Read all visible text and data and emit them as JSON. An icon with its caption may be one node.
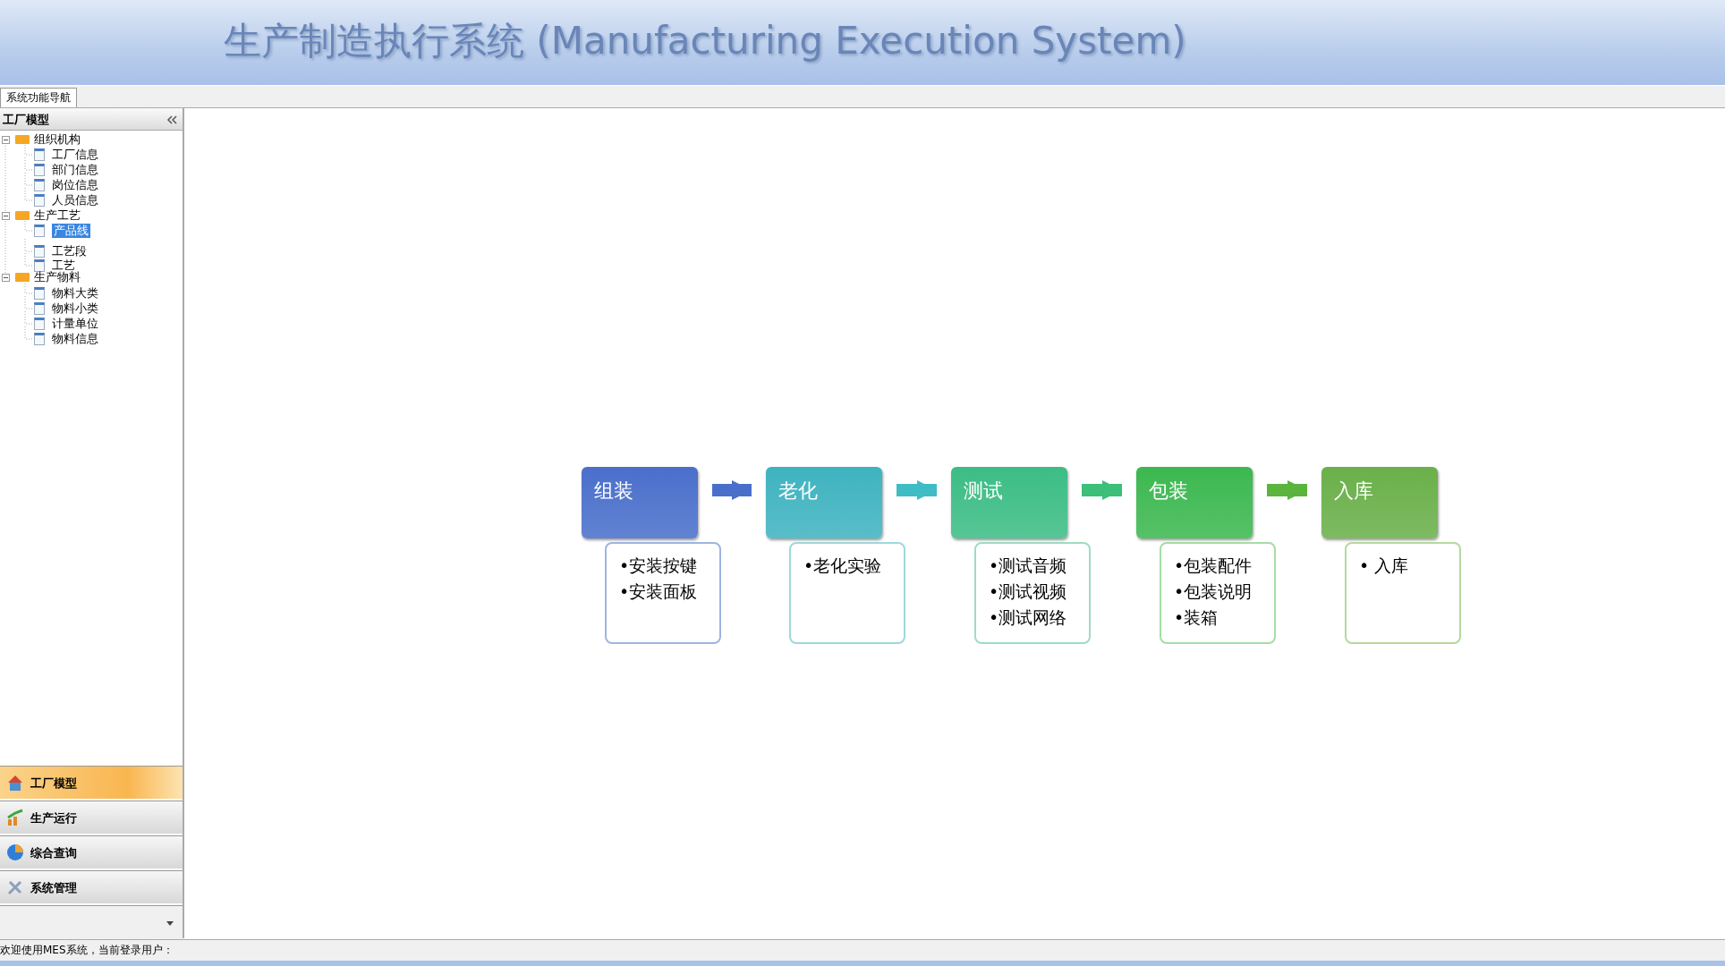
{
  "diagram": {
    "title": "生产制造执行系统 (Manufacturing Execution System)",
    "nodes": [
      {
        "text": [
          "组装"
        ]
      },
      {
        "text": [
          "•安装按键",
          "•安装面板"
        ]
      },
      {
        "text": [
          "老化"
        ]
      },
      {
        "text": [
          "•老化实验"
        ]
      },
      {
        "text": [
          "测试"
        ]
      },
      {
        "text": [
          "•测试音频",
          "•测试视频",
          "•测试网络"
        ]
      },
      {
        "text": [
          "包装"
        ]
      },
      {
        "text": [
          "•包装配件",
          "•包装说明",
          "•装箱"
        ]
      },
      {
        "text": [
          "入库"
        ]
      },
      {
        "text": [
          "• 入库"
        ]
      }
    ],
    "edges": [
      {
        "from": 0,
        "to": 2,
        "arrow": "to",
        "color": "#4a6fcb"
      },
      {
        "from": 2,
        "to": 4,
        "arrow": "to",
        "color": "#3fbcc4"
      },
      {
        "from": 4,
        "to": 6,
        "arrow": "to",
        "color": "#3cbf78"
      },
      {
        "from": 6,
        "to": 8,
        "arrow": "to",
        "color": "#5ab43e"
      }
    ],
    "labels": [
      "系统功能导航",
      "工厂模型",
      "组织机构",
      "工厂信息",
      "部门信息",
      "岗位信息",
      "人员信息",
      "生产工艺",
      "产品线",
      "工艺段",
      "工艺",
      "生产物料",
      "物料大类",
      "物料小类",
      "计量单位",
      "物料信息",
      "工厂模型",
      "生产运行",
      "综合查询",
      "系统管理",
      "欢迎使用MES系统，当前登录用户："
    ]
  }
}
